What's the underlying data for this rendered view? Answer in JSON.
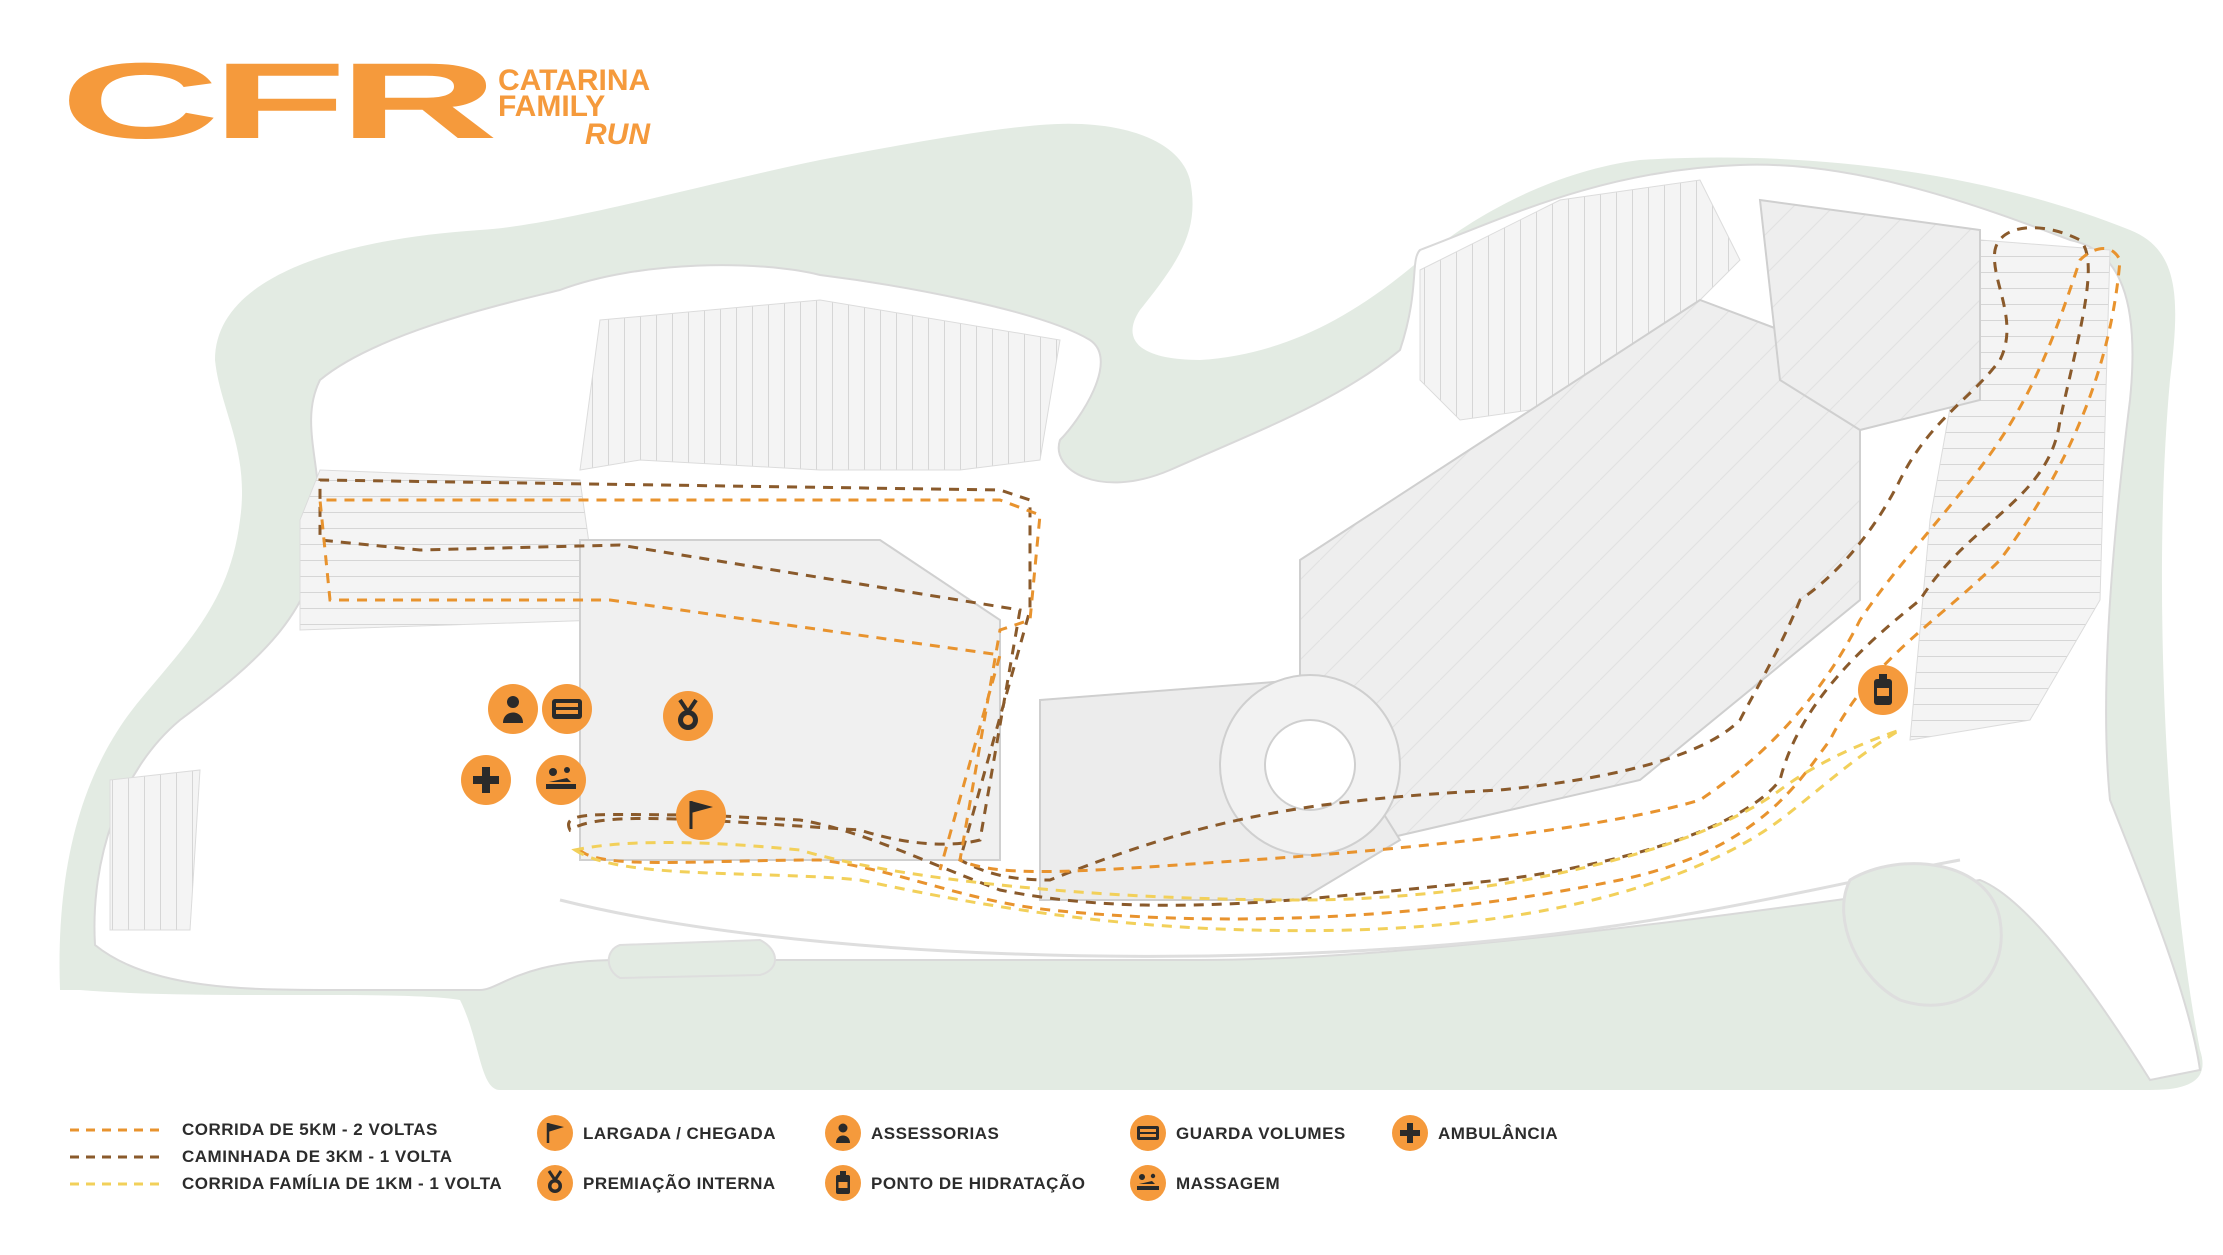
{
  "logo": {
    "mark": "CFR",
    "line1": "CATARINA",
    "line2": "FAMILY",
    "line3": "RUN"
  },
  "colors": {
    "accent": "#f59a3c",
    "route_5km": "#e8932e",
    "route_3km": "#8a5a2b",
    "route_1km": "#f2d05a",
    "green_area": "#e3ebe3",
    "building": "#ededed",
    "building_line": "#cfcfcf"
  },
  "legend": {
    "routes": [
      {
        "label": "CORRIDA DE 5KM - 2 VOLTAS",
        "color": "#e8932e"
      },
      {
        "label": "CAMINHADA DE 3KM - 1 VOLTA",
        "color": "#8a5a2b"
      },
      {
        "label": "CORRIDA FAMÍLIA DE 1KM - 1 VOLTA",
        "color": "#f2d05a"
      }
    ],
    "poi": [
      {
        "label": "LARGADA / CHEGADA",
        "icon": "flag-icon"
      },
      {
        "label": "PREMIAÇÃO INTERNA",
        "icon": "medal-icon"
      },
      {
        "label": "ASSESSORIAS",
        "icon": "person-icon"
      },
      {
        "label": "PONTO DE HIDRATAÇÃO",
        "icon": "water-bottle-icon"
      },
      {
        "label": "GUARDA VOLUMES",
        "icon": "locker-icon"
      },
      {
        "label": "MASSAGEM",
        "icon": "massage-icon"
      },
      {
        "label": "AMBULÂNCIA",
        "icon": "ambulance-cross-icon"
      }
    ]
  },
  "map_markers": [
    {
      "name": "marker-assessorias",
      "icon": "person-icon"
    },
    {
      "name": "marker-guarda-volumes",
      "icon": "locker-icon"
    },
    {
      "name": "marker-premiacao",
      "icon": "medal-icon"
    },
    {
      "name": "marker-ambulancia",
      "icon": "ambulance-cross-icon"
    },
    {
      "name": "marker-massagem",
      "icon": "massage-icon"
    },
    {
      "name": "marker-largada",
      "icon": "flag-icon"
    },
    {
      "name": "marker-hidratacao",
      "icon": "water-bottle-icon"
    }
  ]
}
